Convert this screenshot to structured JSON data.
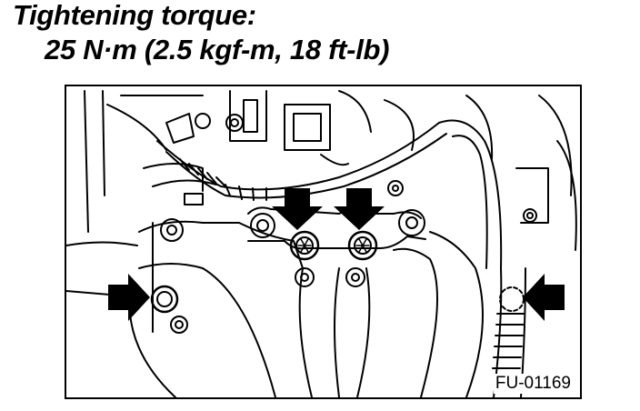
{
  "header": {
    "title": "Tightening torque:",
    "torque_value": "25 N·m (2.5 kgf-m, 18 ft-lb)"
  },
  "figure": {
    "figure_id": "FU-01169",
    "arrow_icons": [
      "arrow-right-icon",
      "arrow-down-icon",
      "arrow-down-icon",
      "arrow-left-icon"
    ],
    "colors": {
      "ink": "#000000",
      "paper": "#ffffff"
    }
  }
}
